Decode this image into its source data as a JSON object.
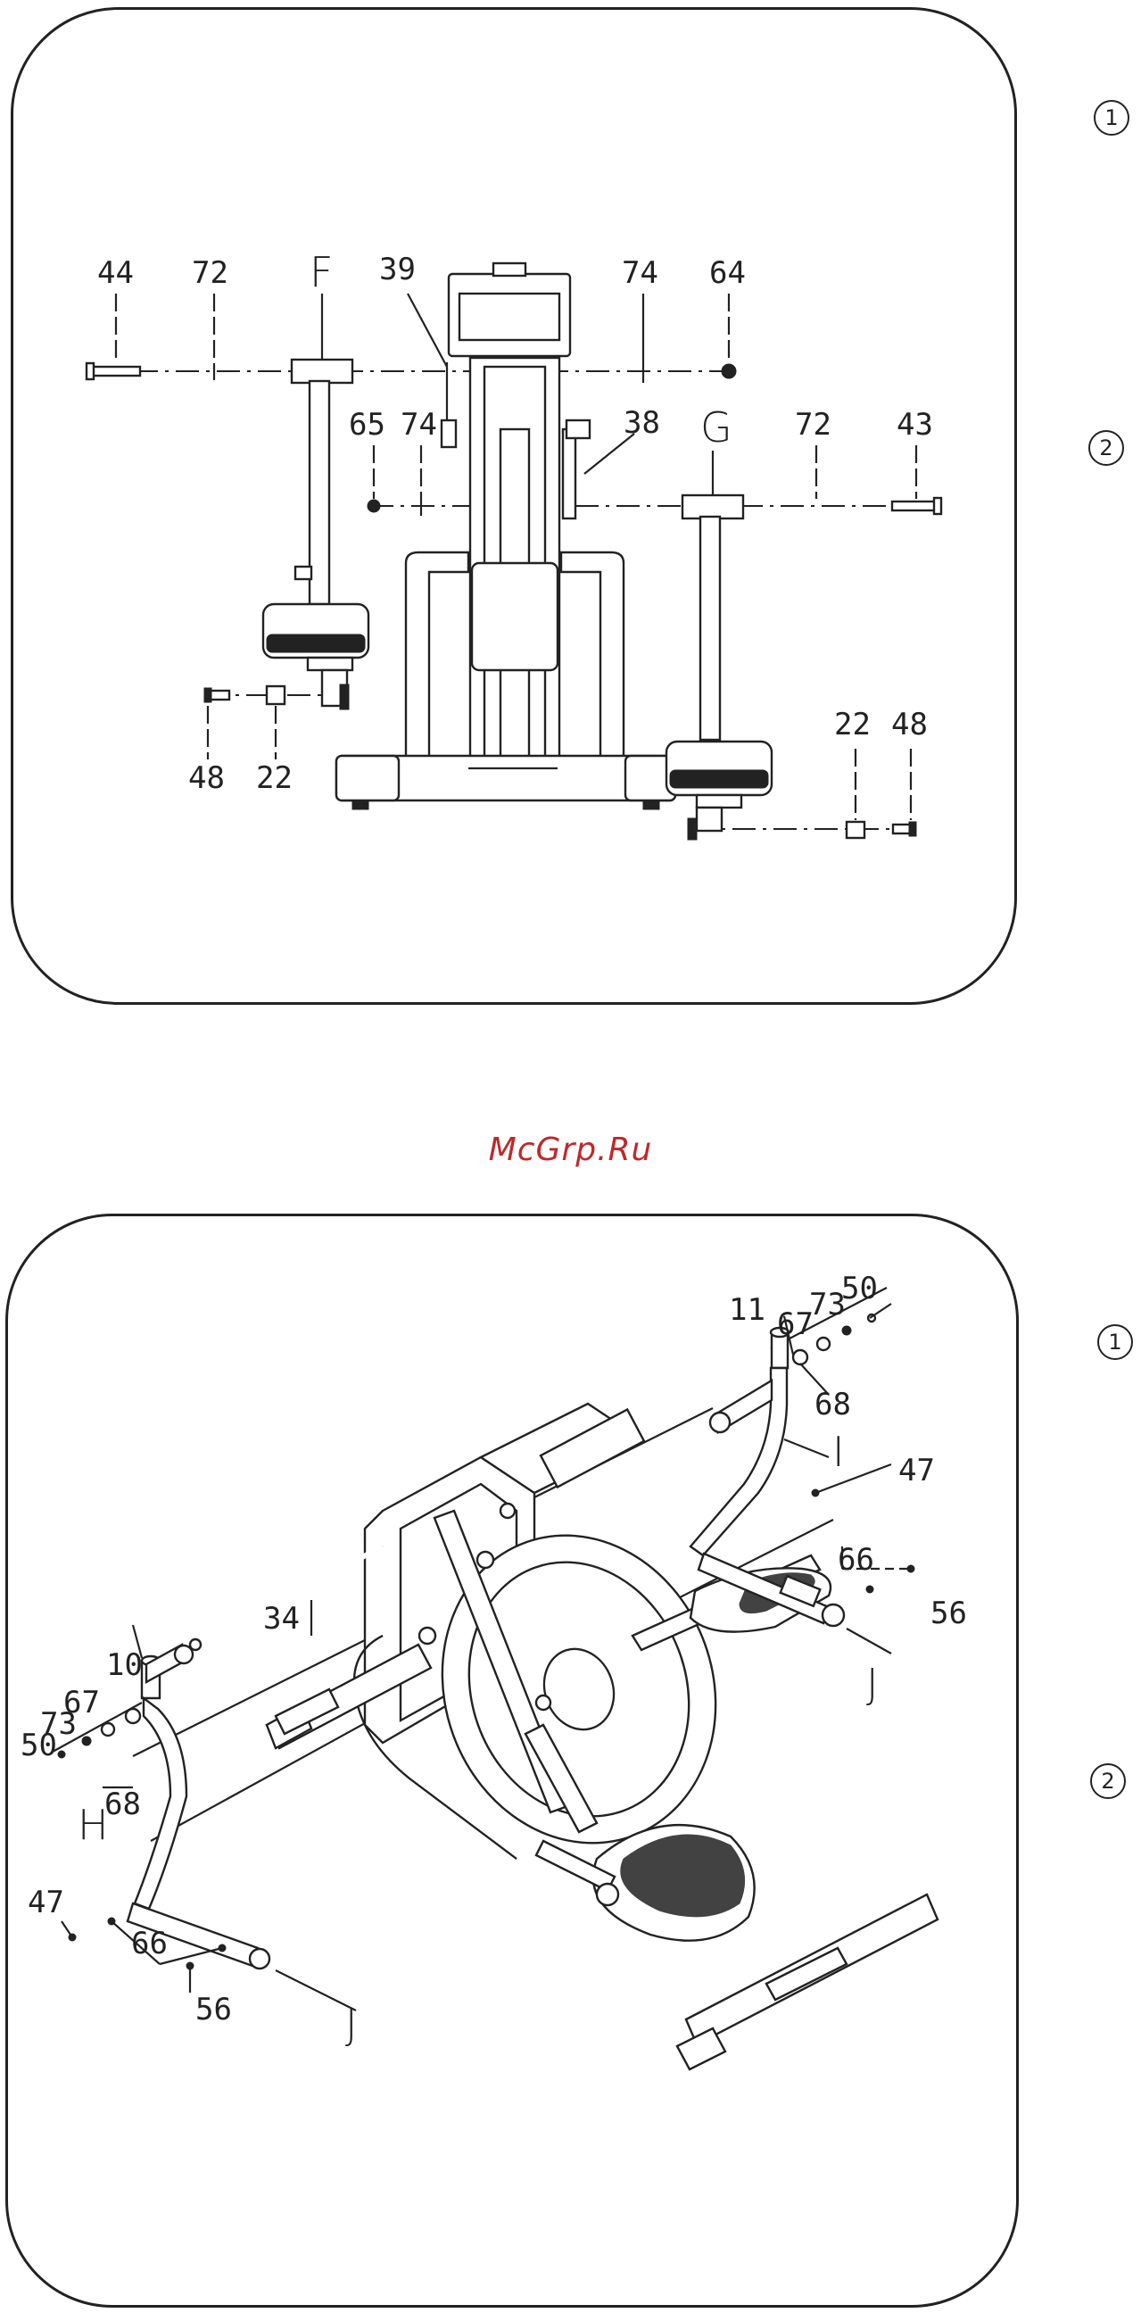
{
  "step_markers": {
    "one": "1",
    "two": "2"
  },
  "watermark": "McGrp.Ru",
  "diagram1": {
    "labels": {
      "p44": "44",
      "p72a": "72",
      "F": "F",
      "p39": "39",
      "p74a": "74",
      "p64": "64",
      "p65": "65",
      "p74b": "74",
      "p38": "38",
      "G": "G",
      "p72b": "72",
      "p43": "43",
      "p48a": "48",
      "p22a": "22",
      "p22b": "22",
      "p48b": "48"
    }
  },
  "diagram2": {
    "labels": {
      "p50a": "50",
      "p73a": "73",
      "p67a": "67",
      "p11": "11",
      "p68a": "68",
      "I": "I",
      "p47a": "47",
      "p66a": "66",
      "p56a": "56",
      "Ja": "J",
      "p34": "34",
      "p10": "10",
      "p67b": "67",
      "p73b": "73",
      "p50b": "50",
      "p68b": "68",
      "H": "H",
      "p47b": "47",
      "p66b": "66",
      "p56b": "56",
      "Jb": "J"
    }
  }
}
